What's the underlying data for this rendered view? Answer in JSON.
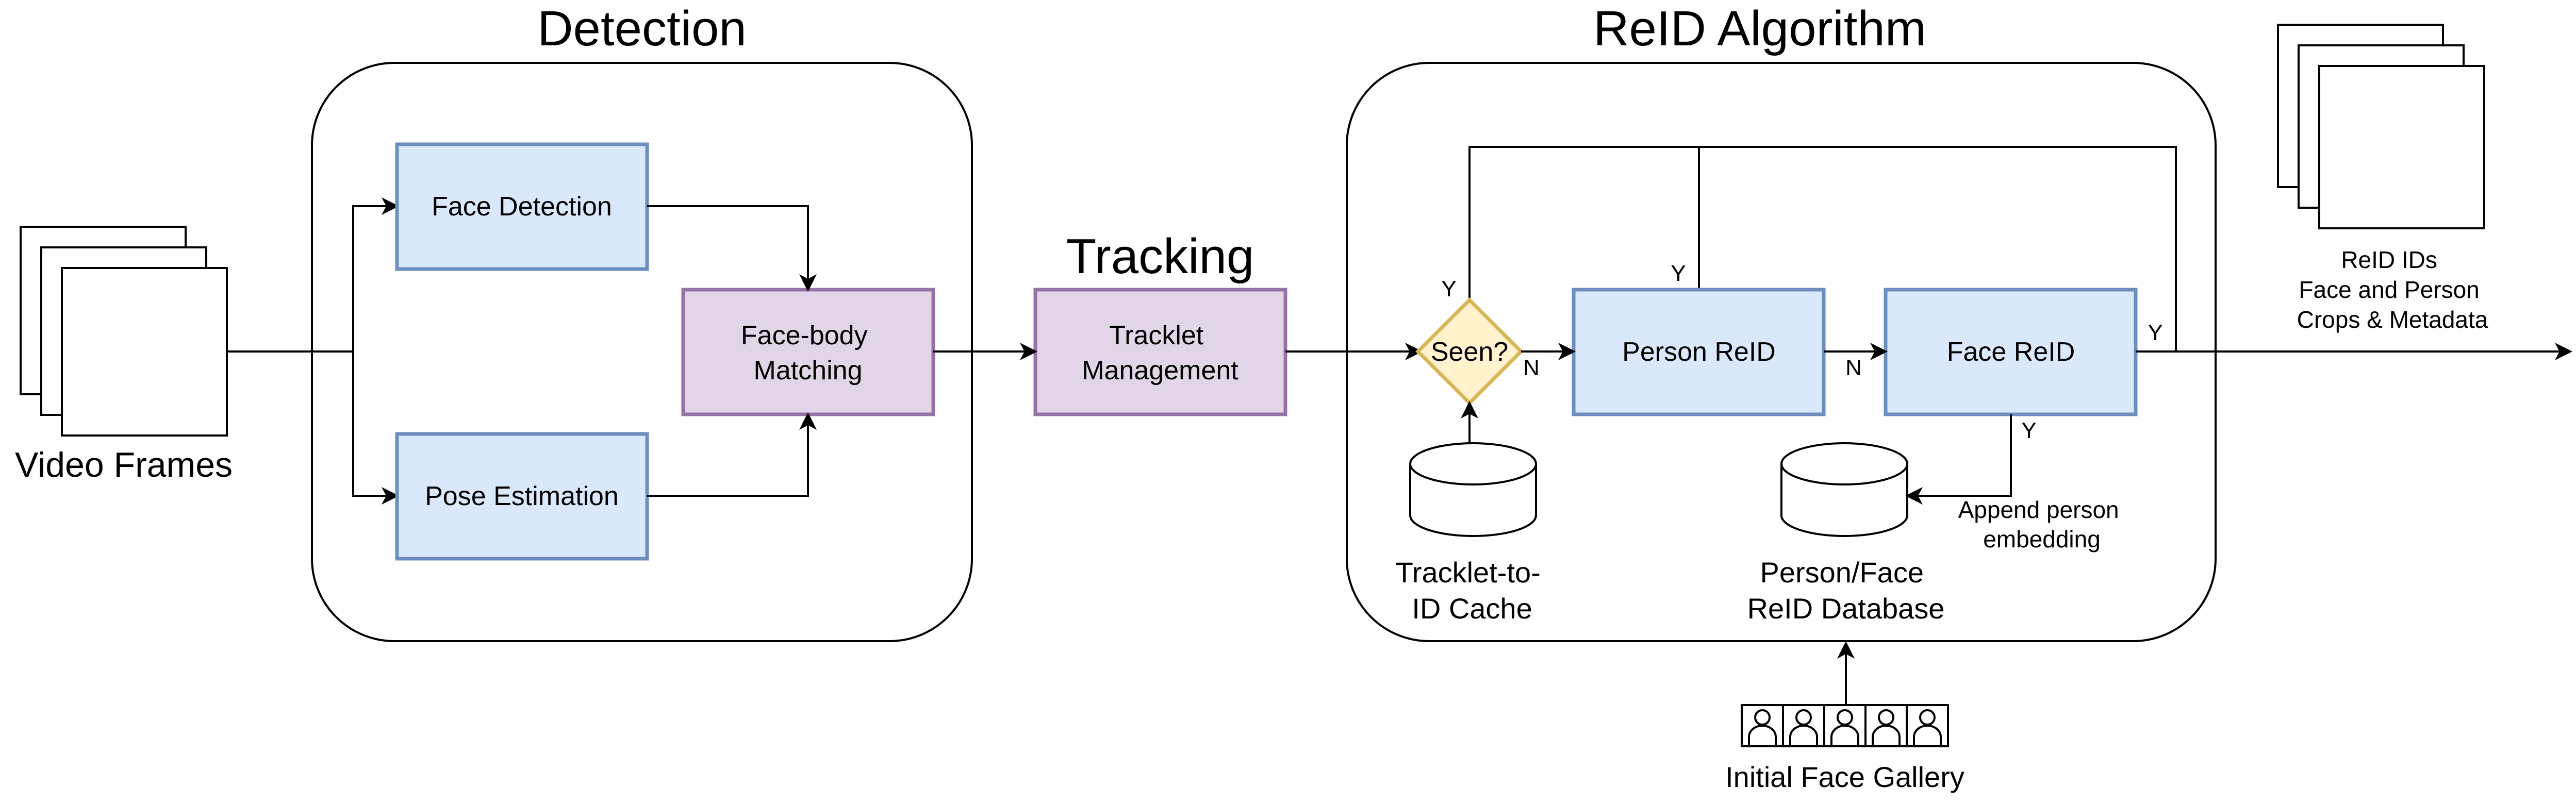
{
  "sections": {
    "detection": "Detection",
    "tracking": "Tracking",
    "reid": "ReID Algorithm"
  },
  "nodes": {
    "video_frames": "Video Frames",
    "face_detection": "Face Detection",
    "pose_estimation": "Pose Estimation",
    "face_body_matching": [
      "Face-body",
      "Matching"
    ],
    "tracklet_management": [
      "Tracklet",
      "Management"
    ],
    "seen": "Seen?",
    "person_reid": "Person ReID",
    "face_reid": "Face ReID",
    "tracklet_cache": [
      "Tracklet-to-",
      "ID Cache"
    ],
    "reid_database": [
      "Person/Face",
      "ReID Database"
    ],
    "initial_gallery": "Initial Face Gallery",
    "outputs": [
      "ReID IDs",
      "Face and Person",
      "Crops & Metadata"
    ]
  },
  "edge_labels": {
    "seen_yes": "Y",
    "seen_no": "N",
    "person_yes": "Y",
    "person_no": "N",
    "face_yes_out": "Y",
    "face_yes_db": "Y",
    "append": [
      "Append person",
      "embedding"
    ]
  },
  "colors": {
    "blue_fill": "#dae8fc",
    "blue_stroke": "#6c8ebf",
    "purple_fill": "#e1d5e7",
    "purple_stroke": "#9673a6",
    "yellow_fill": "#fff2cc",
    "yellow_stroke": "#d6b656"
  },
  "icons": [
    "document-stack-icon",
    "database-cylinder-icon",
    "person-silhouette-icon"
  ]
}
